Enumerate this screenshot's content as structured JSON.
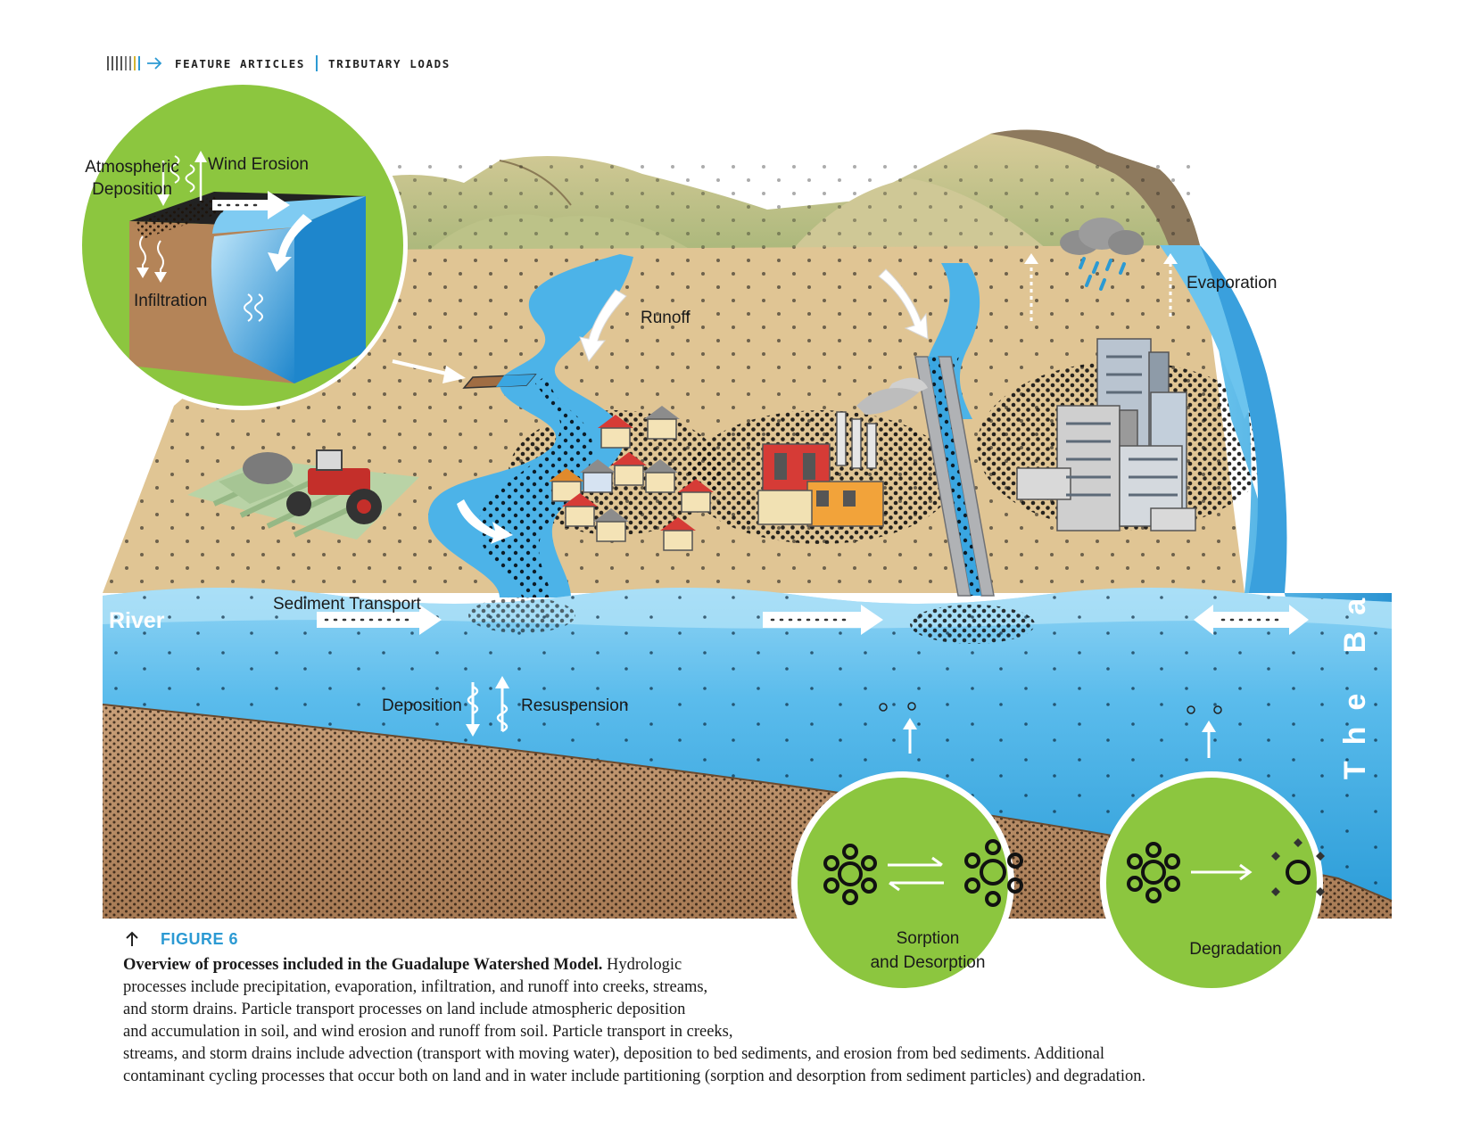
{
  "header": {
    "section": "FEATURE ARTICLES",
    "topic": "TRIBUTARY LOADS"
  },
  "labels": {
    "atmospheric_line1": "Atmospheric",
    "atmospheric_line2": "Deposition",
    "wind_erosion": "Wind Erosion",
    "infiltration": "Infiltration",
    "runoff": "Runoff",
    "evaporation": "Evaporation",
    "river": "River",
    "sediment_transport": "Sediment Transport",
    "deposition": "Deposition",
    "resuspension": "Resuspension",
    "the_bay": "The Bay",
    "sorption_line1": "Sorption",
    "sorption_line2": "and Desorption",
    "degradation": "Degradation"
  },
  "caption": {
    "figure_label": "FIGURE 6",
    "title": "Overview of processes included in the Guadalupe Watershed Model.",
    "lines": [
      " Hydrologic",
      "processes include precipitation, evaporation, infiltration, and runoff into creeks, streams,",
      "and storm drains.  Particle transport processes on land include atmospheric deposition",
      "and accumulation in soil, and wind erosion and runoff from soil.  Particle transport in creeks,",
      "streams, and storm drains include advection (transport with moving water), deposition to bed sediments, and erosion from bed sediments.  Additional",
      "contaminant cycling processes that occur both on land and in water include partitioning (sorption and desorption from sediment particles) and degradation."
    ]
  },
  "colors": {
    "accent_blue": "#2c9ad3",
    "green_circle": "#8cc63f",
    "land_tan": "#e0c594",
    "water_blue": "#4cb3e8",
    "sediment_brown": "#b58a62"
  },
  "icons": [
    "arrow-right-icon",
    "arrow-up-icon",
    "molecule-icon",
    "reversible-arrows-icon",
    "degraded-molecule-icon"
  ]
}
